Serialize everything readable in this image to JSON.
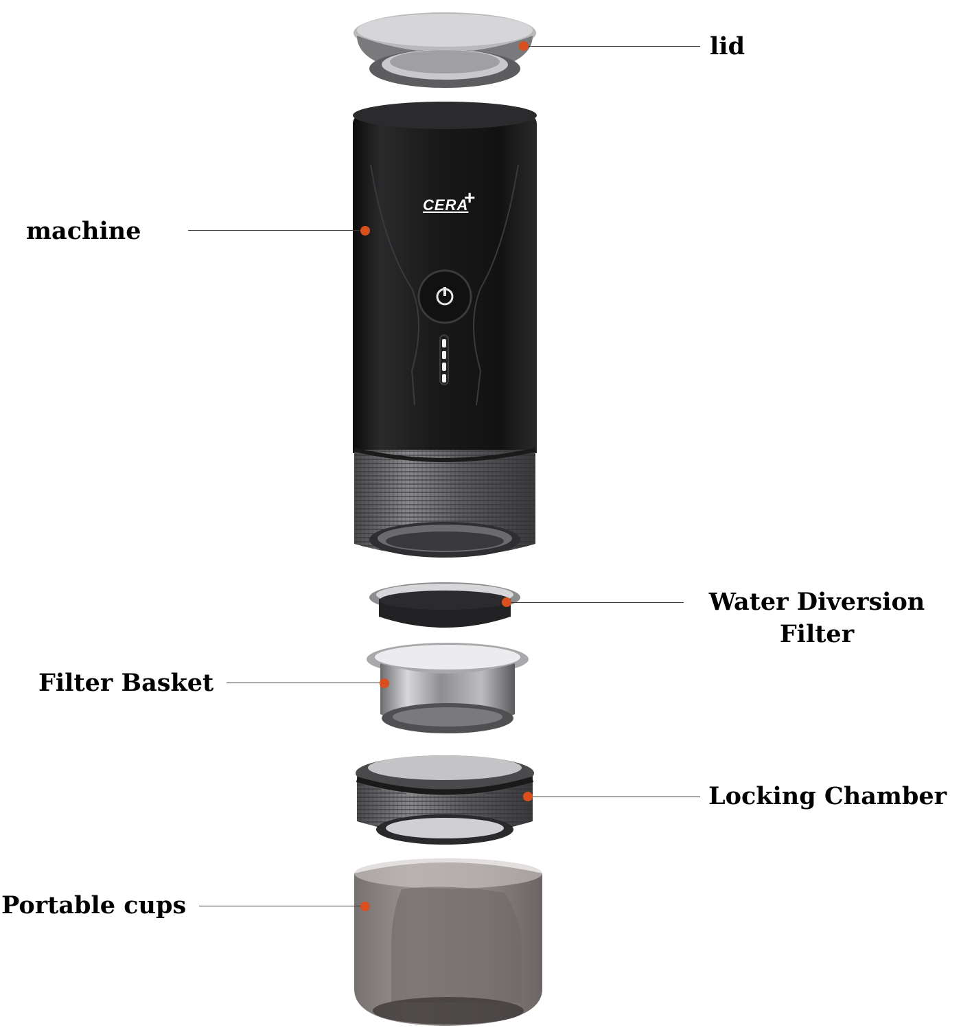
{
  "product": {
    "brand": "CERA",
    "brand_mark": "+"
  },
  "labels": {
    "lid": "lid",
    "machine": "machine",
    "water_diversion_filter_line1": "Water Diversion",
    "water_diversion_filter_line2": "Filter",
    "filter_basket": "Filter Basket",
    "locking_chamber": "Locking Chamber",
    "portable_cups": "Portable cups"
  },
  "colors": {
    "marker": "#d94f1e",
    "leader": "#3a3a3a",
    "body": "#1c1c1e"
  }
}
